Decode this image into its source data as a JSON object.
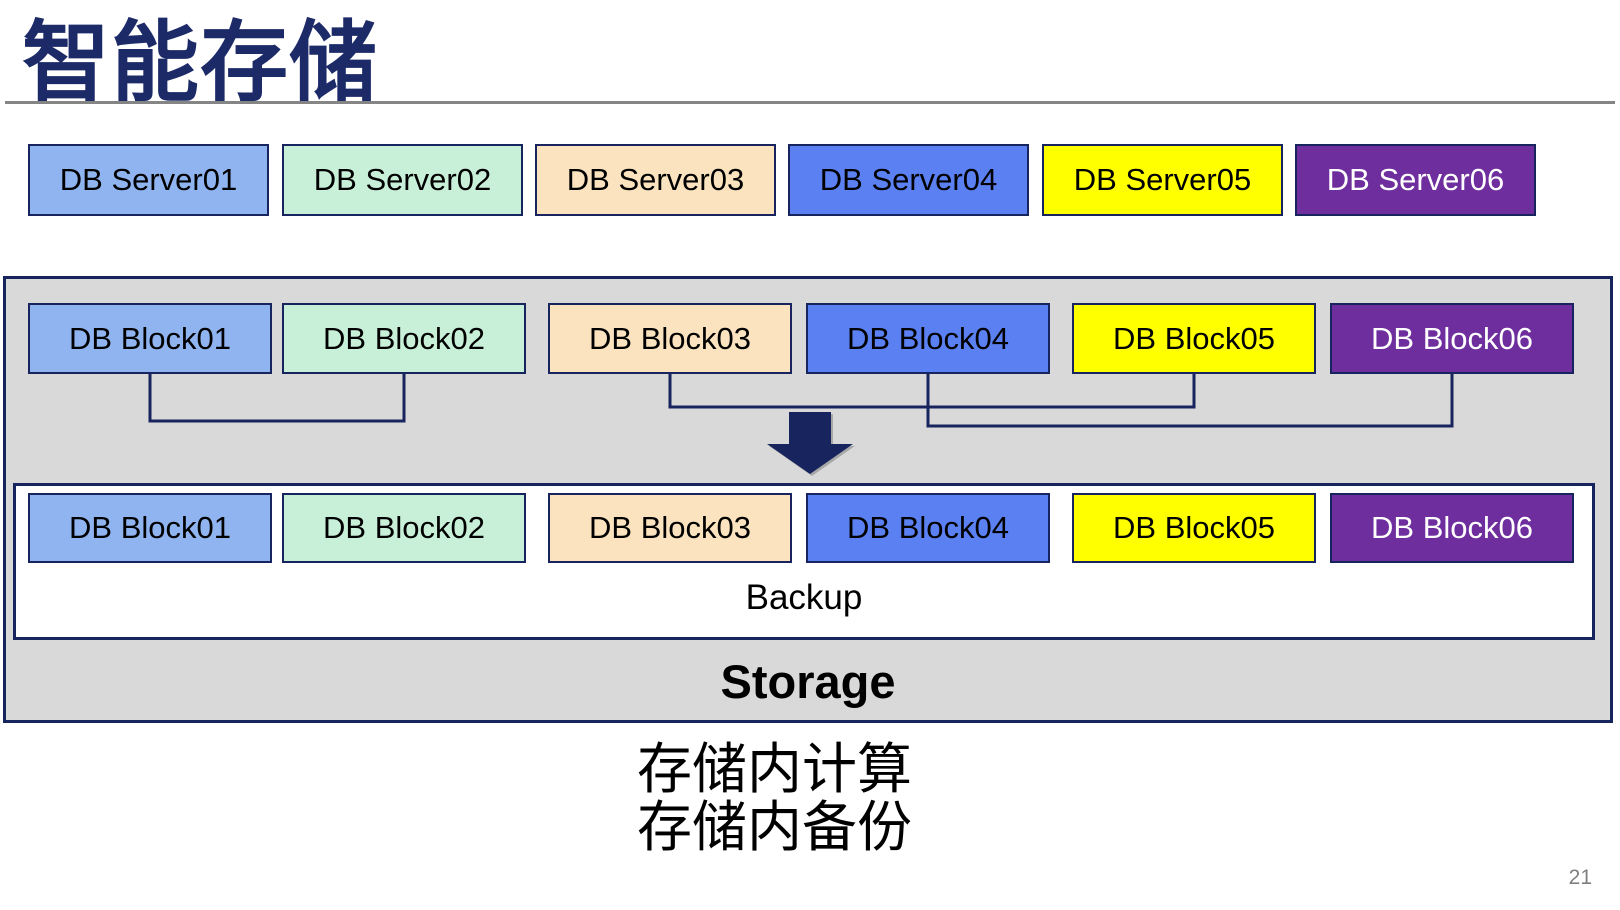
{
  "slide": {
    "title": "智能存储",
    "backup_label": "Backup",
    "storage_label": "Storage",
    "caption_lines": [
      "存储内计算",
      "存储内备份"
    ],
    "page_number": "21"
  },
  "rows": {
    "servers": [
      "DB Server01",
      "DB Server02",
      "DB Server03",
      "DB Server04",
      "DB Server05",
      "DB Server06"
    ],
    "blocks_top": [
      "DB Block01",
      "DB Block02",
      "DB Block03",
      "DB Block04",
      "DB Block05",
      "DB Block06"
    ],
    "blocks_backup": [
      "DB Block01",
      "DB Block02",
      "DB Block03",
      "DB Block04",
      "DB Block05",
      "DB Block06"
    ]
  },
  "palette": {
    "navy": "#17245E",
    "title_color": "#1C2A68",
    "container_gray": "#D9D9D9",
    "rule_gray": "#858585",
    "pagenum_gray": "#7F7F7F",
    "column_fills": [
      "#8FB4F0",
      "#C8F0D9",
      "#FAE3BE",
      "#5B80F2",
      "#FFFF00",
      "#6E2E9D"
    ],
    "column_text_colors": [
      "#000000",
      "#000000",
      "#000000",
      "#000000",
      "#000000",
      "#FFFFFF"
    ]
  }
}
